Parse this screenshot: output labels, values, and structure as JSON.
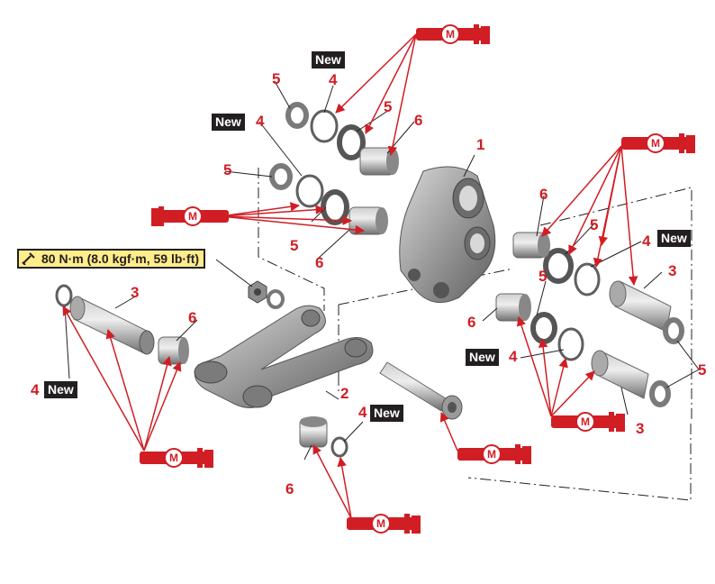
{
  "part_numbers": {
    "relay_arm": "1",
    "connecting_arm": "2",
    "collar": "3",
    "oil_seal": "4",
    "washer": "5",
    "bearing": "6"
  },
  "new_tag": "New",
  "torque_spec": "80 N·m (8.0 kgf·m, 59 lb·ft)",
  "lubricant_mark": "M",
  "colors": {
    "accent_red": "#d01e24",
    "torque_yellow": "#ffec8a",
    "tag_black": "#231f20",
    "part_gray": "#8c8c8c"
  }
}
